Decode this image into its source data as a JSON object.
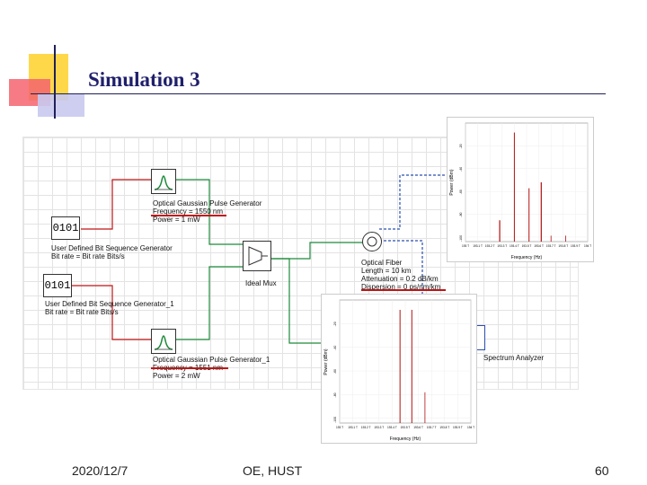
{
  "slide": {
    "title": "Simulation 3",
    "footer": {
      "date": "2020/12/7",
      "center": "OE, HUST",
      "page": "60"
    }
  },
  "schematic": {
    "bitgen1": {
      "icon_text": "0101",
      "name": "User Defined Bit Sequence Generator",
      "param": "Bit rate = Bit rate  Bits/s"
    },
    "bitgen2": {
      "icon_text": "0101",
      "name": "User Defined Bit Sequence Generator_1",
      "param": "Bit rate = Bit rate  Bits/s"
    },
    "pulse1": {
      "name": "Optical Gaussian Pulse Generator",
      "freq": "Frequency = 1550 nm",
      "power": "Power = 1 mW"
    },
    "pulse2": {
      "name": "Optical Gaussian Pulse Generator_1",
      "freq": "Frequency = 1551 nm",
      "power": "Power = 2 mW"
    },
    "mux": {
      "name": "Ideal Mux"
    },
    "fiber": {
      "name": "Optical Fiber",
      "length": "Length = 10 km",
      "attenuation": "Attenuation = 0.2 dB/km",
      "dispersion": "Dispersion = 0  ps/nm/km"
    },
    "analyzer": {
      "name": "Spectrum Analyzer"
    }
  },
  "plot_top": {
    "xlabel": "Frequency (Hz)",
    "ylabel": "Power (dBm)",
    "xticks": [
      "193 T",
      "193.1 T",
      "193.2 T",
      "193.3 T",
      "193.4 T",
      "193.5 T",
      "193.6 T",
      "193.7 T",
      "193.8 T",
      "193.9 T",
      "194 T"
    ],
    "yticks": [
      "-20",
      "-40",
      "-60",
      "-80",
      "-100"
    ]
  },
  "plot_bottom": {
    "xlabel": "Frequency (Hz)",
    "ylabel": "Power (dBm)",
    "xticks": [
      "193 T",
      "193.1 T",
      "193.2 T",
      "193.3 T",
      "193.4 T",
      "193.5 T",
      "193.6 T",
      "193.7 T",
      "193.8 T",
      "193.9 T",
      "194 T"
    ],
    "yticks": [
      "-20",
      "-40",
      "-60",
      "-80",
      "-100"
    ]
  },
  "colors": {
    "wire_red": "#c01515",
    "wire_green": "#1d8a3a",
    "wire_blue": "#2a4fb0",
    "spectrum": "#b01010"
  }
}
